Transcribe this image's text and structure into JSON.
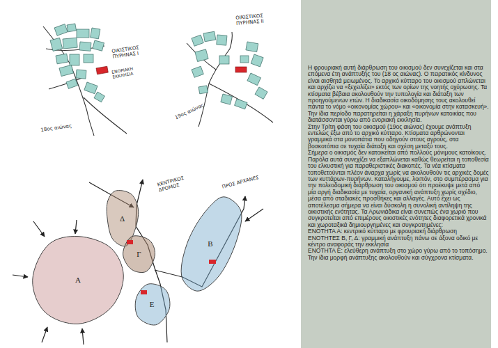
{
  "diagram": {
    "nodes": [
      {
        "text": [
          "Δ"
        ]
      },
      {
        "text": [
          "Β"
        ]
      },
      {
        "text": [
          "Γ"
        ]
      },
      {
        "text": [
          "Α"
        ]
      },
      {
        "text": [
          "Ε"
        ]
      }
    ],
    "labels": [
      "ΟΙΚΙΣΤΙΚΟΣ ΠΥΡΗΝΑΣ Ι",
      "ΕΝΟΡΙΑΚΗ ΕΚΚΛΗΣΙΑ",
      "18ος αιώνας",
      "ΟΙΚΙΣΤΙΚΟΣ ΠΥΡΗΝΑΣ ΙΙ",
      "19ος αιώνας",
      "ΚΕΝΤΡΙΚΟΣ ΔΡΟΜΟΣ",
      "ΠΡΟΣ ΑΡΧΑΝΕΣ",
      "Η φρουριακή αυτή διάρθρωση του οικισμού δεν συνεχίζεται και στα επόμενα έτη ανάπτυξής του (18 ος αιώνας). Ο πειρατικός κίνδυνος είναι αισθητά μειωμένος. Το αρχικό κύτταρο του οικισμού απλώνεται και αρχίζει να «ξεχειλίζει» εκτός των ορίων της νοητής οχύρωσης. Τα κτίσματα βέβαια ακολουθούν την τυπολογία και διάταξη των προηγούμενων ετών. Η διαδικασία οικοδόμησης τους ακολουθεί πάντα το νόμο «οικονομίας χώρου» και «οικονομία στην κατασκευή». Την ίδια περίοδο παρατηρείται η χάραξη πυρήνων κατοικίας που διατάσσονται γύρω από ενοριακή εκκλησία.",
      "Στην Τρίτη φάση του οικισμού (19ος αιώνας) έχουμε ανάπτυξη εντελώς έξω από το αρχικό κύτταρο. Κτίσματα αρθρώνονται γραμμικά στα μονοπάτια που οδηγούν στους αγρούς, στα βοσκοτόπια σε τυχαία διάταξη και σχέση μεταξύ τους.",
      "Σήμερα ο οικισμός δεν κατοικείται από πολλούς μόνιμους κατοίκους. Παρόλα αυτά συνεχίζει να εξαπλώνεται καθώς θεωρείται η τοποθεσία του ελκυστική για παραθεριστικές διακοπές. Τα νέα κτίσματα τοποθετούνται πλέον άναρχα χωρίς να ακολουθούν τις αρχικές δομές των κυττάρων-πυρήνων. Καταλήγουμε, λοιπόν, στο συμπέρασμα για την πολεοδομική διάρθρωση του οικισμού ότι προέκυψε μετά από μία αργή διαδικασία με τυχαία, οργανική ανάπτυξη χωρίς σχέδιο, μέσα από σταδιακές προσθήκες και αλλαγές. Αυτό έχει ως αποτέλεσμα σήμερα να είναι δύσκολη η συνολική αντίληψη της οικιστικής ενότητας. Τα Αρωνιάδικα είναι συνεπώς ένα χωριό που συγκροτείται από επιμέρους οικιστικές ενότητες διαφορετικά χρονικά και χωροταξικά δημιουργημένες και συγκροτημένες:",
      "ΕΝΟΤΗΤΑ Α: κεντρικό κύτταρο με φρουριακή διάρθρωση",
      "ΕΝΟΤΗΤΕΣ Β, Γ, Δ: γραμμική ανάπτυξη πάνω σε άξονα οδικό με κέντρο αναφοράς την εκκλησία",
      "ΕΝΟΤΗΤΑ Ε: ελεύθερη ανάπτυξη στο χώρο γύρω από το τοπόσημο. Την ίδια μορφή ανάπτυξης ακολουθούν και σύγχρονα κτίσματα."
    ]
  }
}
